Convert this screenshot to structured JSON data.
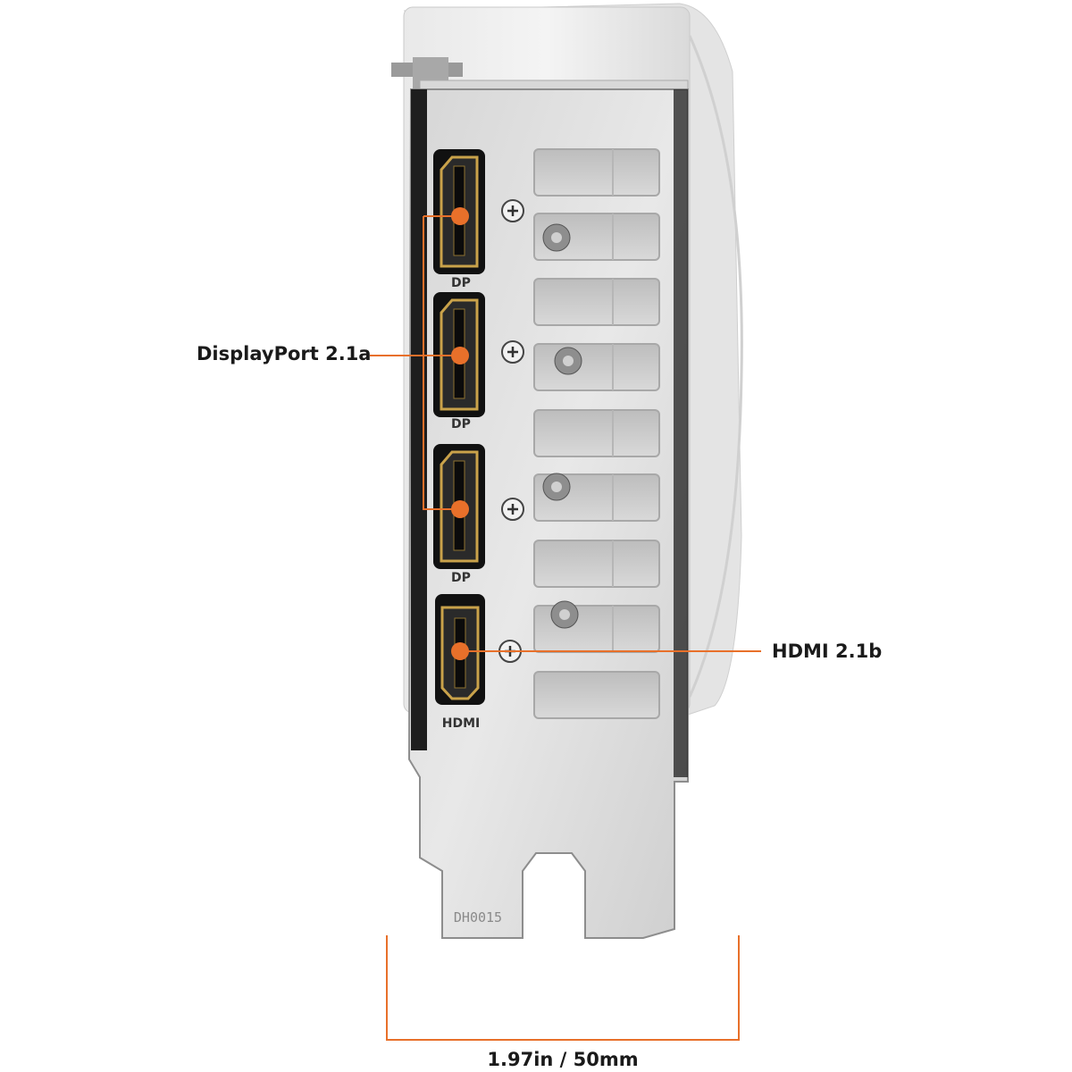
{
  "callouts": {
    "displayport": "DisplayPort 2.1a",
    "hdmi": "HDMI 2.1b"
  },
  "dimension": {
    "width_label": "1.97in / 50mm"
  },
  "port_labels": {
    "dp": "DP",
    "hdmi": "HDMI"
  },
  "bracket_stamp": "DH0015",
  "colors": {
    "accent": "#e8702a",
    "port_gold": "#c9a24a",
    "bracket": "#c8c8c8"
  },
  "icons": [
    "plus-screw-icon",
    "hex-standoff-icon"
  ]
}
